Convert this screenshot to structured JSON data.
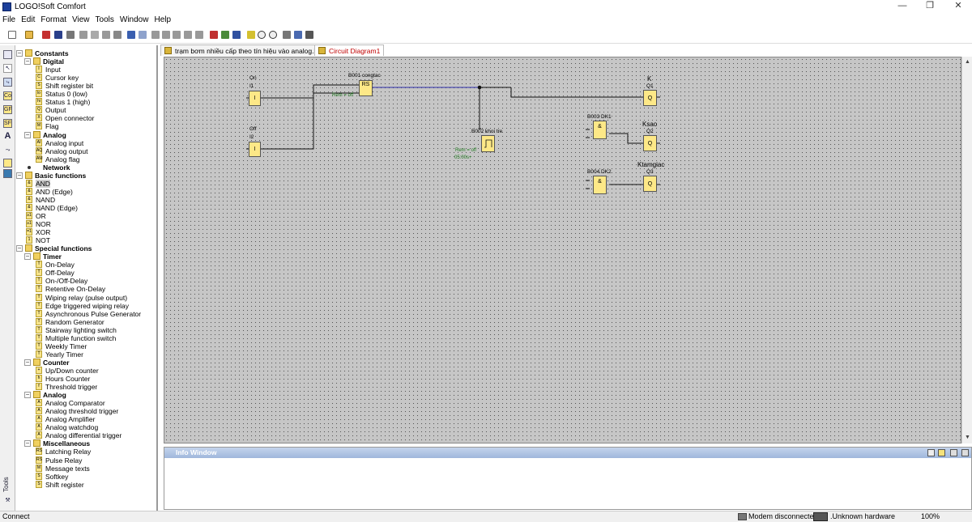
{
  "window": {
    "title": "LOGO!Soft Comfort",
    "minimize": "—",
    "maximize": "❐",
    "close": "✕"
  },
  "menu": [
    "File",
    "Edit",
    "Format",
    "View",
    "Tools",
    "Window",
    "Help"
  ],
  "tabs": [
    {
      "label": "trạm bơm nhiều cấp theo tín hiệu vào analog.lsc"
    },
    {
      "label": "Circuit Diagram1"
    }
  ],
  "sidebar": {
    "tools_label": "Tools"
  },
  "tree": [
    {
      "label": "Constants",
      "kind": "root",
      "indent": 0
    },
    {
      "label": "Digital",
      "kind": "folder",
      "indent": 1
    },
    {
      "label": "Input",
      "kind": "leaf",
      "icon": "I",
      "indent": 2
    },
    {
      "label": "Cursor key",
      "kind": "leaf",
      "icon": "C",
      "indent": 2
    },
    {
      "label": "Shift register bit",
      "kind": "leaf",
      "icon": "S",
      "indent": 2
    },
    {
      "label": "Status 0 (low)",
      "kind": "leaf",
      "icon": "lo",
      "indent": 2
    },
    {
      "label": "Status 1 (high)",
      "kind": "leaf",
      "icon": "hi",
      "indent": 2
    },
    {
      "label": "Output",
      "kind": "leaf",
      "icon": "Q",
      "indent": 2
    },
    {
      "label": "Open connector",
      "kind": "leaf",
      "icon": "X",
      "indent": 2
    },
    {
      "label": "Flag",
      "kind": "leaf",
      "icon": "M",
      "indent": 2
    },
    {
      "label": "Analog",
      "kind": "folder",
      "indent": 1
    },
    {
      "label": "Analog input",
      "kind": "leaf",
      "icon": "AI",
      "indent": 2
    },
    {
      "label": "Analog output",
      "kind": "leaf",
      "icon": "AQ",
      "indent": 2
    },
    {
      "label": "Analog flag",
      "kind": "leaf",
      "icon": "AM",
      "indent": 2
    },
    {
      "label": "Network",
      "kind": "netfolder",
      "indent": 1
    },
    {
      "label": "Basic functions",
      "kind": "root",
      "indent": 0
    },
    {
      "label": "AND",
      "kind": "leaf",
      "icon": "&",
      "indent": 1,
      "selected": true
    },
    {
      "label": "AND (Edge)",
      "kind": "leaf",
      "icon": "&",
      "indent": 1
    },
    {
      "label": "NAND",
      "kind": "leaf",
      "icon": "&",
      "indent": 1
    },
    {
      "label": "NAND (Edge)",
      "kind": "leaf",
      "icon": "&",
      "indent": 1
    },
    {
      "label": "OR",
      "kind": "leaf",
      "icon": "≥1",
      "indent": 1
    },
    {
      "label": "NOR",
      "kind": "leaf",
      "icon": "≥1",
      "indent": 1
    },
    {
      "label": "XOR",
      "kind": "leaf",
      "icon": "=1",
      "indent": 1
    },
    {
      "label": "NOT",
      "kind": "leaf",
      "icon": "1",
      "indent": 1
    },
    {
      "label": "Special functions",
      "kind": "root",
      "indent": 0
    },
    {
      "label": "Timer",
      "kind": "folder",
      "indent": 1
    },
    {
      "label": "On-Delay",
      "kind": "leaf",
      "icon": "T",
      "indent": 2
    },
    {
      "label": "Off-Delay",
      "kind": "leaf",
      "icon": "T",
      "indent": 2
    },
    {
      "label": "On-/Off-Delay",
      "kind": "leaf",
      "icon": "T",
      "indent": 2
    },
    {
      "label": "Retentive On-Delay",
      "kind": "leaf",
      "icon": "T",
      "indent": 2
    },
    {
      "label": "Wiping relay (pulse output)",
      "kind": "leaf",
      "icon": "T",
      "indent": 2
    },
    {
      "label": "Edge triggered wiping relay",
      "kind": "leaf",
      "icon": "T",
      "indent": 2
    },
    {
      "label": "Asynchronous Pulse Generator",
      "kind": "leaf",
      "icon": "T",
      "indent": 2
    },
    {
      "label": "Random Generator",
      "kind": "leaf",
      "icon": "T",
      "indent": 2
    },
    {
      "label": "Stairway lighting switch",
      "kind": "leaf",
      "icon": "T",
      "indent": 2
    },
    {
      "label": "Multiple function switch",
      "kind": "leaf",
      "icon": "T",
      "indent": 2
    },
    {
      "label": "Weekly Timer",
      "kind": "leaf",
      "icon": "T",
      "indent": 2
    },
    {
      "label": "Yearly Timer",
      "kind": "leaf",
      "icon": "T",
      "indent": 2
    },
    {
      "label": "Counter",
      "kind": "folder",
      "indent": 1
    },
    {
      "label": "Up/Down counter",
      "kind": "leaf",
      "icon": "+",
      "indent": 2
    },
    {
      "label": "Hours Counter",
      "kind": "leaf",
      "icon": "h",
      "indent": 2
    },
    {
      "label": "Threshold trigger",
      "kind": "leaf",
      "icon": "f",
      "indent": 2
    },
    {
      "label": "Analog",
      "kind": "folder",
      "indent": 1
    },
    {
      "label": "Analog Comparator",
      "kind": "leaf",
      "icon": "A",
      "indent": 2
    },
    {
      "label": "Analog threshold trigger",
      "kind": "leaf",
      "icon": "A",
      "indent": 2
    },
    {
      "label": "Analog Amplifier",
      "kind": "leaf",
      "icon": "A",
      "indent": 2
    },
    {
      "label": "Analog watchdog",
      "kind": "leaf",
      "icon": "A",
      "indent": 2
    },
    {
      "label": "Analog differential trigger",
      "kind": "leaf",
      "icon": "A",
      "indent": 2
    },
    {
      "label": "Miscellaneous",
      "kind": "folder",
      "indent": 1
    },
    {
      "label": "Latching Relay",
      "kind": "leaf",
      "icon": "RS",
      "indent": 2
    },
    {
      "label": "Pulse Relay",
      "kind": "leaf",
      "icon": "RS",
      "indent": 2
    },
    {
      "label": "Message texts",
      "kind": "leaf",
      "icon": "M",
      "indent": 2
    },
    {
      "label": "Softkey",
      "kind": "leaf",
      "icon": "S",
      "indent": 2
    },
    {
      "label": "Shift register",
      "kind": "leaf",
      "icon": "S",
      "indent": 2
    }
  ],
  "diagram": {
    "in1": {
      "name": "On",
      "id": "I1",
      "sym": "I"
    },
    "in2": {
      "name": "Off",
      "id": "I2",
      "sym": "I"
    },
    "b001": {
      "label": "B001 congtac",
      "sym": "RS",
      "param": "Rem = off"
    },
    "b002": {
      "label": "B002 khoi tre",
      "param1": "Rem = off",
      "param2": "05:00s+"
    },
    "b003": {
      "label": "B003 DK1",
      "sym": "&"
    },
    "b004": {
      "label": "B004 DK2",
      "sym": "&"
    },
    "q1": {
      "name": "K",
      "id": "Q1",
      "sym": "Q"
    },
    "q2": {
      "name": "Ksao",
      "id": "Q2",
      "sym": "Q"
    },
    "q3": {
      "name": "Ktamgiac",
      "id": "Q3",
      "sym": "Q"
    }
  },
  "info_window": {
    "title": "Info Window"
  },
  "status": {
    "left": "Connect",
    "modem": "Modem disconnected",
    "hardware": ".Unknown hardware",
    "zoom": "100%"
  }
}
